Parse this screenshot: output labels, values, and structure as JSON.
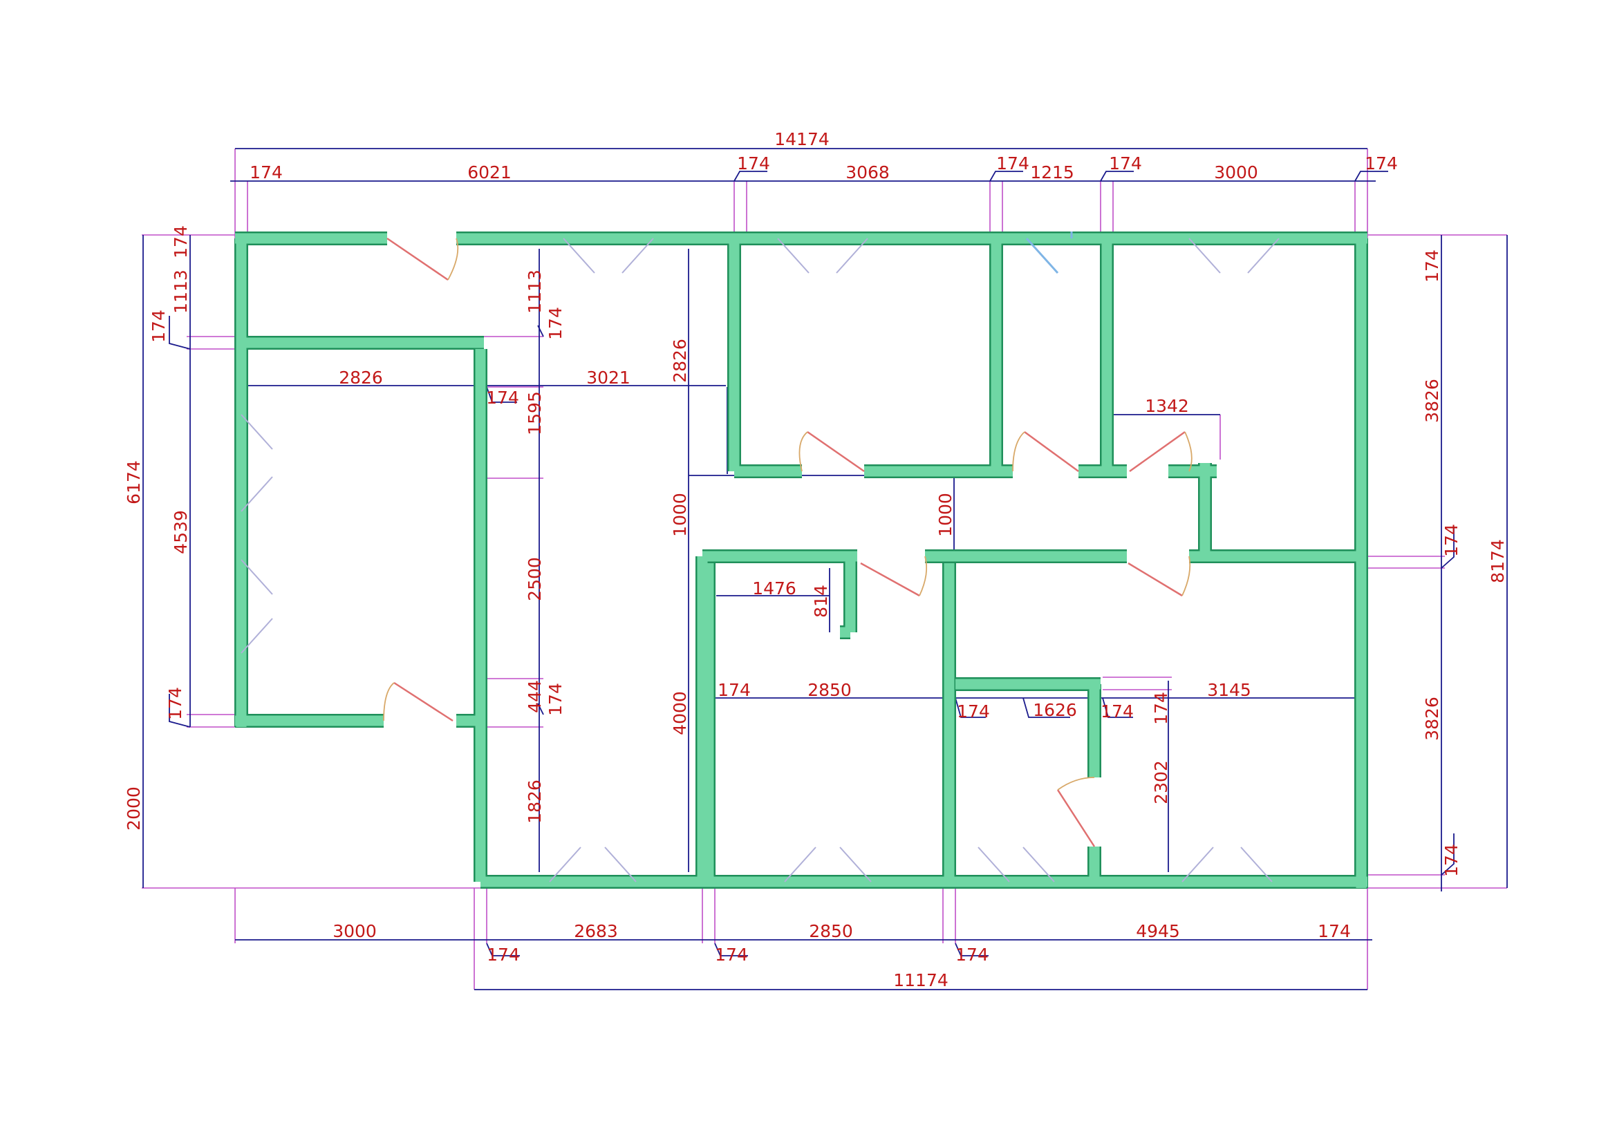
{
  "colors": {
    "wall": "#6fd7a4",
    "wall_edge": "#1f8f5a",
    "dimension_line": "#1a1a8c",
    "extension_line": "#c04fc8",
    "dimension_text": "#c21818",
    "door_swing": "#e07070",
    "door_arc": "#d8a868",
    "window": "#b0b0d8",
    "glass": "#7fb5e6",
    "background": "#ffffff"
  },
  "dimensions": {
    "overall_width": "14174",
    "overall_depth": "8174",
    "bottom_overall": "11174",
    "top_chain": [
      "174",
      "6021",
      "174",
      "3068",
      "174",
      "1215",
      "174",
      "3000",
      "174"
    ],
    "bottom_chain": [
      "3000",
      "174",
      "2683",
      "174",
      "2850",
      "174",
      "4945",
      "174"
    ],
    "left_outer": [
      "6174",
      "2000"
    ],
    "left_inner": [
      "174",
      "1113",
      "174",
      "4539",
      "174"
    ],
    "right_chain": [
      "174",
      "3826",
      "174",
      "3826",
      "174"
    ],
    "interior": {
      "a_2826": "2826",
      "a_3021": "3021",
      "a_174": "174",
      "a_1113": "1113",
      "a_174b": "174",
      "a_1595": "1595",
      "a_2826v": "2826",
      "a_1342": "1342",
      "a_2500": "2500",
      "a_1000": "1000",
      "a_1000b": "1000",
      "a_1476": "1476",
      "a_814": "814",
      "a_444": "444",
      "a_174c": "174",
      "a_4000": "4000",
      "a_174d": "174",
      "a_2850": "2850",
      "a_174e": "174",
      "a_1626": "1626",
      "a_174f": "174",
      "a_3145": "3145",
      "a_174g": "174",
      "a_2302": "2302",
      "a_1826": "1826"
    }
  }
}
